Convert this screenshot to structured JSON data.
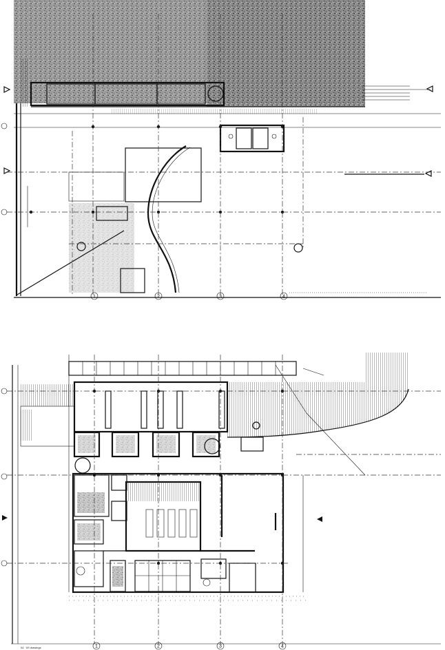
{
  "sheet": {
    "stamp_text": "04 · 09 drawings"
  },
  "upper_plan": {
    "grid_columns": [
      "1",
      "2",
      "3",
      "4"
    ]
  },
  "lower_plan": {
    "grid_columns": [
      "1",
      "2",
      "3",
      "4"
    ]
  }
}
